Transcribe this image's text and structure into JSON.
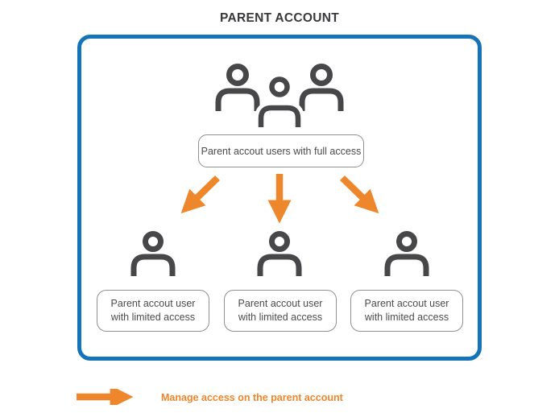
{
  "title": "PARENT ACCOUNT",
  "diagram": {
    "full_access_label": "Parent accout users with full access",
    "limited_boxes": [
      {
        "label": "Parent accout user with limited access"
      },
      {
        "label": "Parent accout user with limited access"
      },
      {
        "label": "Parent accout user with limited access"
      }
    ],
    "icons": {
      "top_icon": "users-group-icon",
      "child_icon": "user-icon",
      "branch_arrows": [
        "arrow-down-left-icon",
        "arrow-down-icon",
        "arrow-down-right-icon"
      ]
    }
  },
  "legend": {
    "arrow_icon": "right-arrow-icon",
    "label": "Manage access on the parent account"
  },
  "colors": {
    "frame_blue": "#1573b8",
    "arrow_orange": "#ee862b",
    "icon_charcoal": "#47474a",
    "box_border_gray": "#8e8e93",
    "title_text": "#3a3a3d",
    "box_text": "#4b4b4e"
  }
}
